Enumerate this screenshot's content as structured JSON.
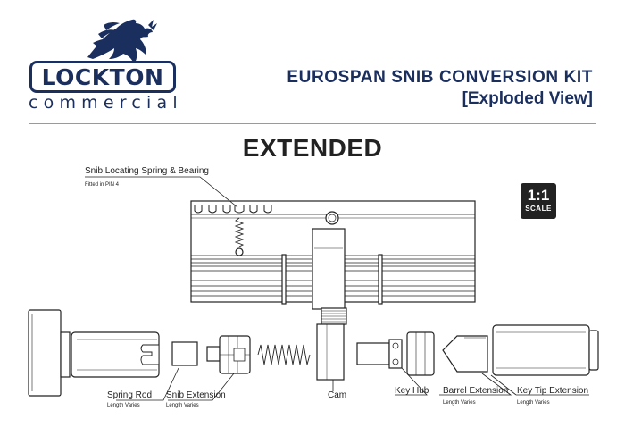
{
  "brand": {
    "name": "LOCKTON",
    "sub": "commercial",
    "color": "#1b2f5e"
  },
  "header": {
    "title_line1": "EUROSPAN SNIB CONVERSION KIT",
    "title_line2": "[Exploded View]"
  },
  "heading": "EXTENDED",
  "scale": {
    "main": "1:1",
    "sub": "SCALE"
  },
  "labels": {
    "snib_spring": {
      "name": "Snib Locating Spring & Bearing",
      "note": "Fitted in PIN 4"
    },
    "spring_rod": {
      "name": "Spring Rod",
      "note": "Length Varies"
    },
    "snib_extension": {
      "name": "Snib Extension",
      "note": "Length Varies"
    },
    "cam": {
      "name": "Cam"
    },
    "key_hub": {
      "name": "Key Hub"
    },
    "barrel_extension": {
      "name": "Barrel Extension",
      "note": "Length Varies"
    },
    "key_tip_extension": {
      "name": "Key Tip Extension",
      "note": "Length Varies"
    }
  }
}
